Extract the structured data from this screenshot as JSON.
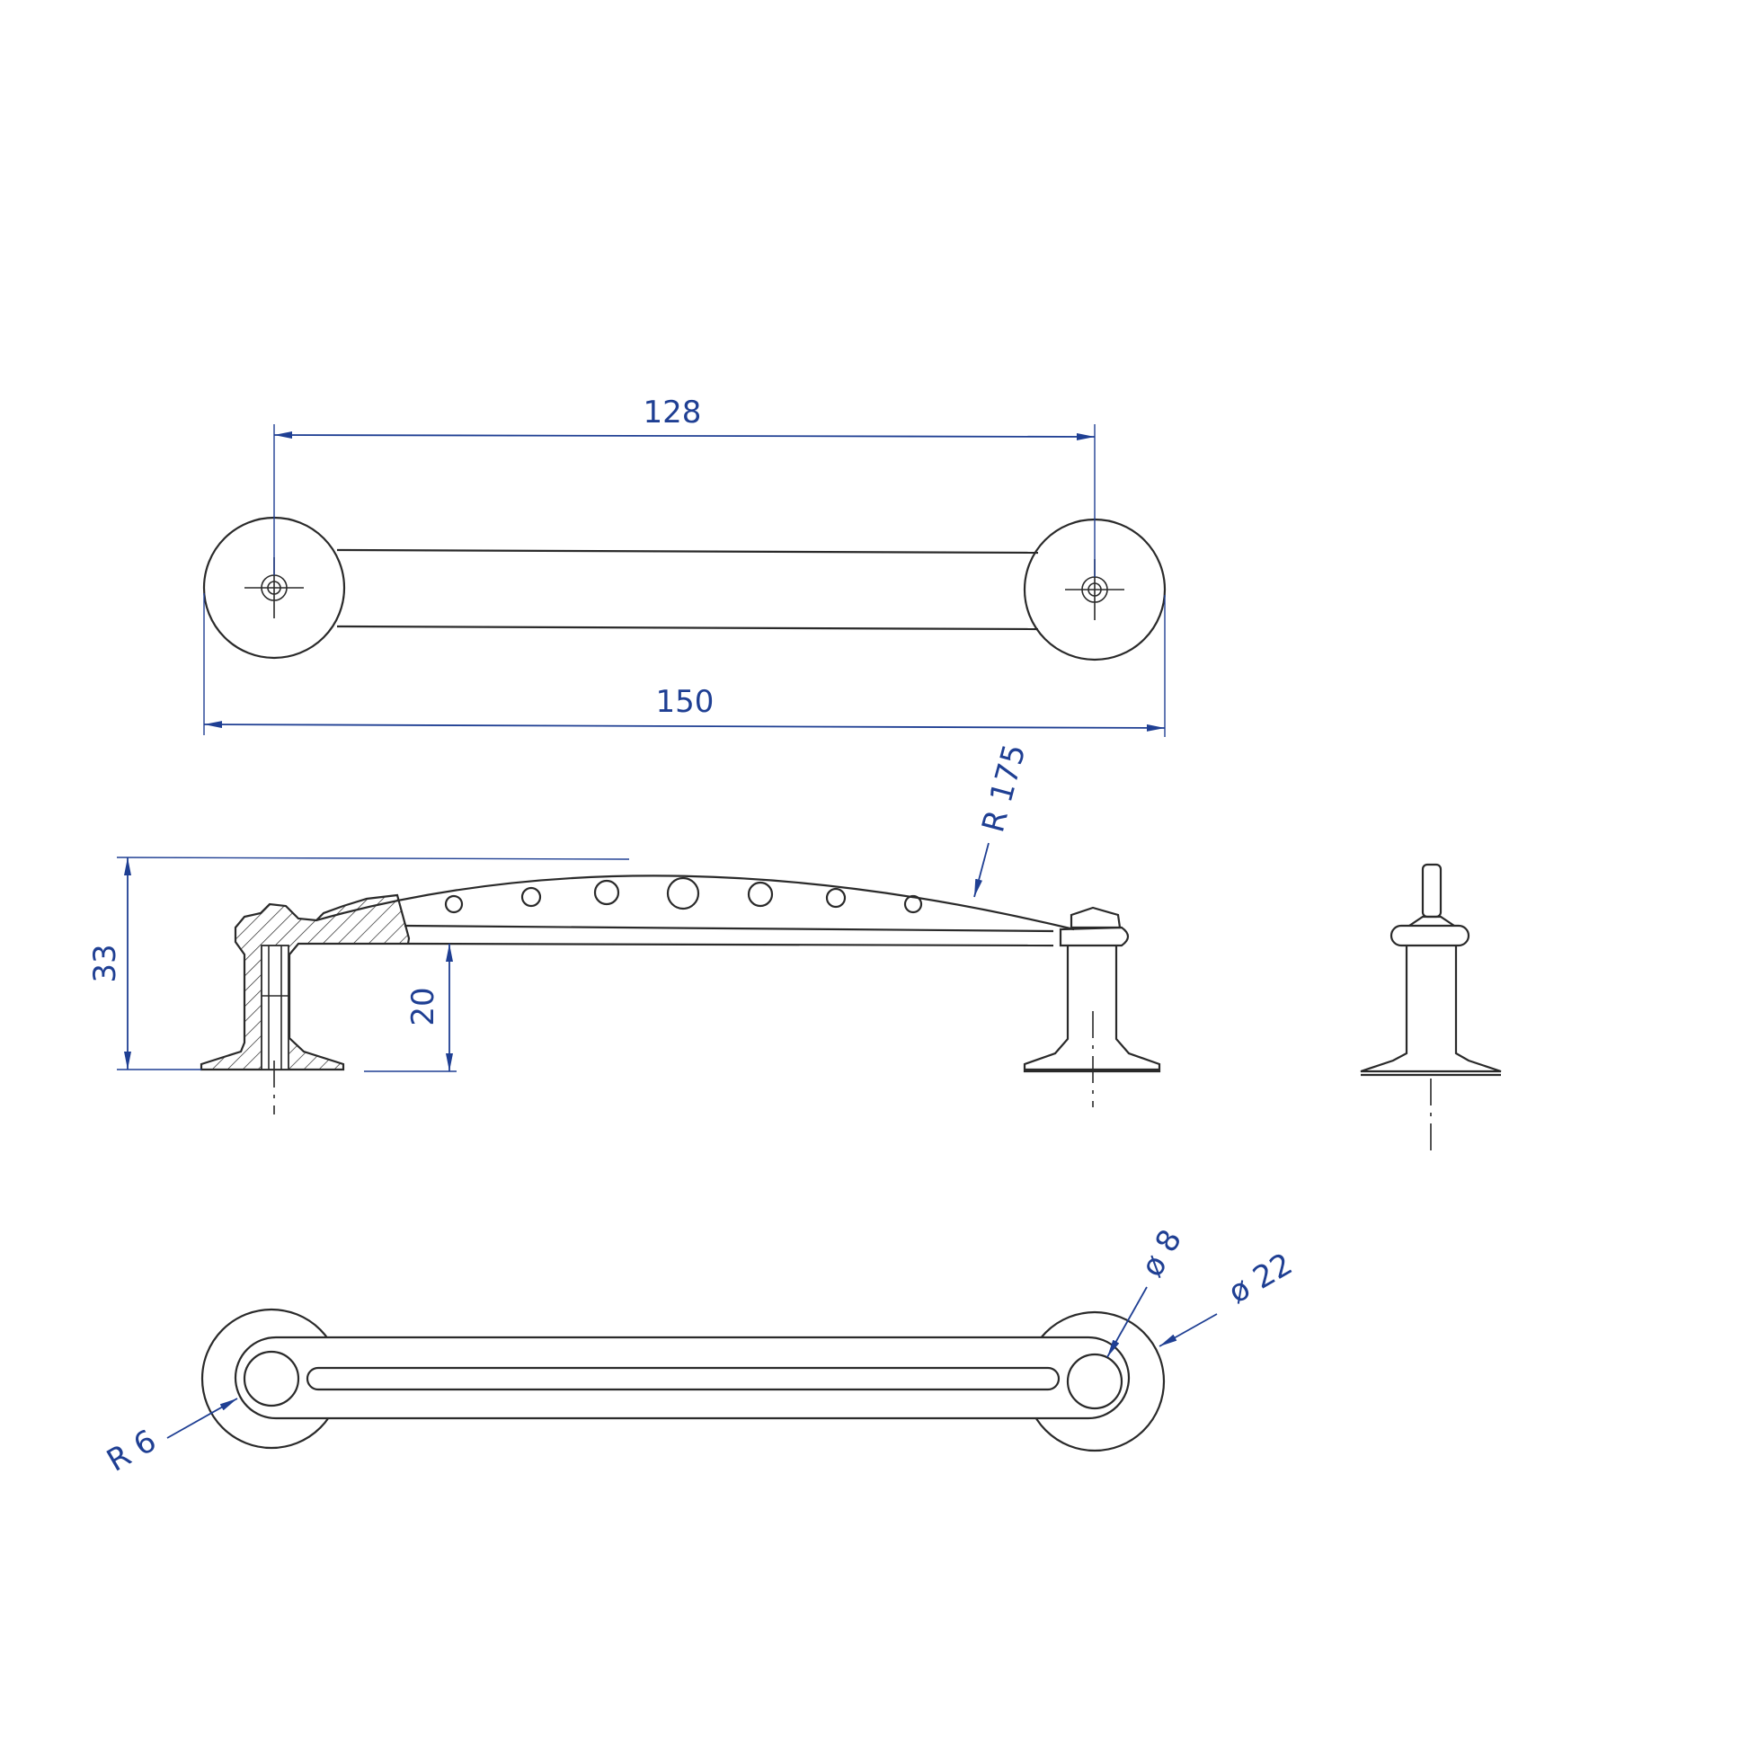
{
  "colors": {
    "dimension": "#1f3f93",
    "outline": "#2a2a2a",
    "background": "#ffffff"
  },
  "dimensions": {
    "center_distance": "128",
    "overall_length": "150",
    "arc_radius": "R 175",
    "overall_height": "33",
    "clearance_height": "20",
    "hole_diameter": "ø 8",
    "disc_diameter": "ø 22",
    "corner_radius": "R 6"
  }
}
